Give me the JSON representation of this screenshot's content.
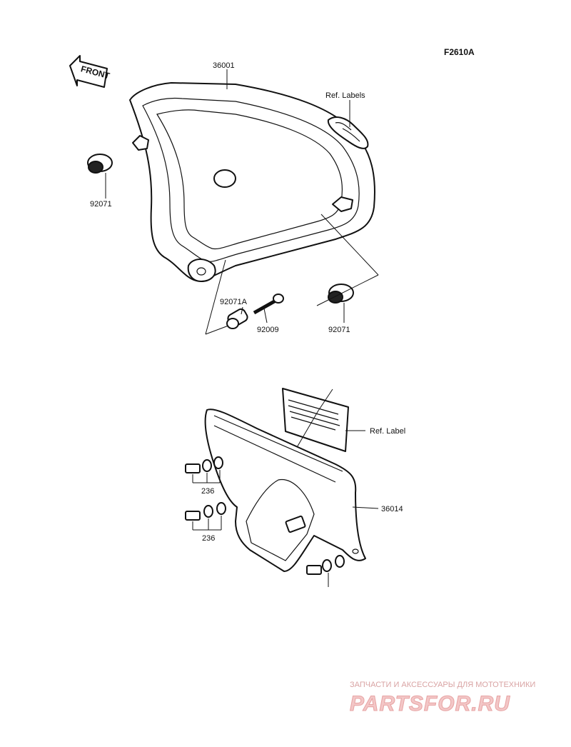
{
  "diagram": {
    "code": "F2610A",
    "front_label": "FRONT",
    "parts": {
      "p36001": "36001",
      "p92071_left": "92071",
      "p92071_right": "92071",
      "p92071A": "92071A",
      "p92009": "92009",
      "ref_labels": "Ref. Labels",
      "ref_label": "Ref. Label",
      "p36014": "36014",
      "p236_a": "236",
      "p236_b": "236"
    }
  },
  "watermark": {
    "tagline": "ЗАПЧАСТИ И АКСЕССУАРЫ ДЛЯ МОТОТЕХНИКИ",
    "logo": "PARTSFOR.RU"
  }
}
